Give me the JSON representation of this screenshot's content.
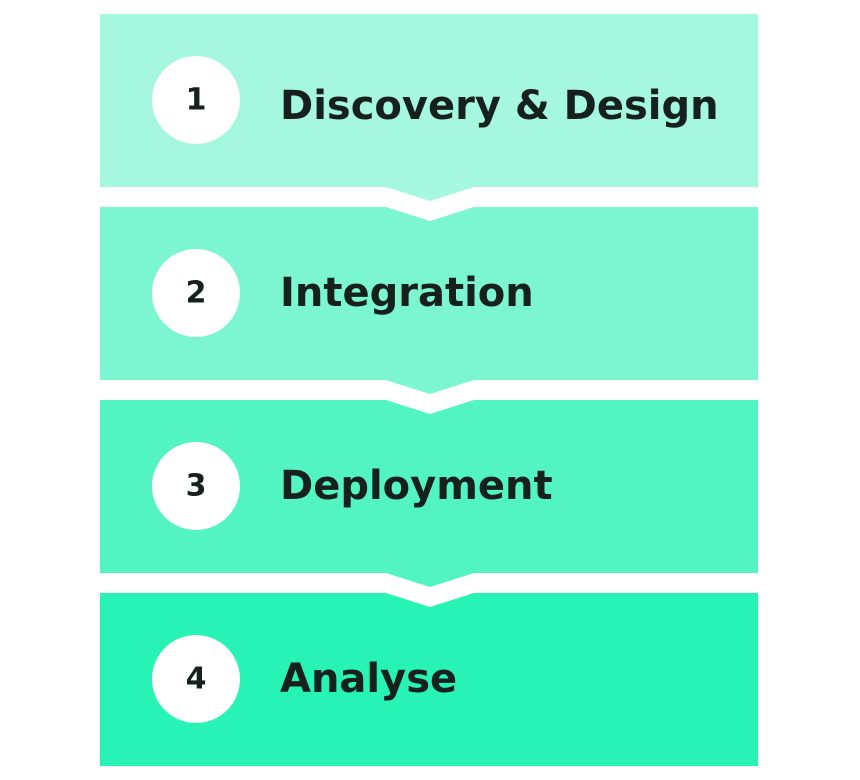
{
  "steps": [
    {
      "number": "1",
      "label": "Discovery & Design",
      "color": "#a5f8de"
    },
    {
      "number": "2",
      "label": "Integration",
      "color": "#7cf6d0"
    },
    {
      "number": "3",
      "label": "Deployment",
      "color": "#52f5c2"
    },
    {
      "number": "4",
      "label": "Analyse",
      "color": "#27f3b4"
    }
  ],
  "colors": {
    "background": "#ffffff",
    "circle": "#ffffff",
    "text": "#16201d"
  }
}
